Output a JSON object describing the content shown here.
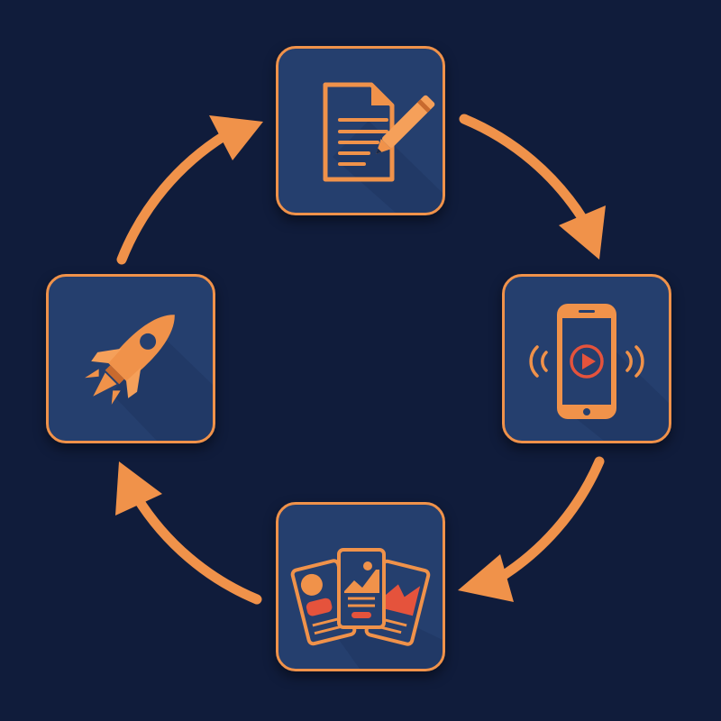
{
  "colors": {
    "background": "#101c3b",
    "tile_fill": "#253f6e",
    "accent": "#f0924a",
    "accent_light": "#f5a05a",
    "red": "#e5533c"
  },
  "cycle": [
    {
      "step": "write",
      "icon": "document-pencil-icon"
    },
    {
      "step": "mobile",
      "icon": "smartphone-play-icon"
    },
    {
      "step": "cards",
      "icon": "image-cards-icon"
    },
    {
      "step": "launch",
      "icon": "rocket-icon"
    }
  ],
  "arrows": [
    "clockwise-arrow-top-right",
    "clockwise-arrow-bottom-right",
    "clockwise-arrow-bottom-left",
    "clockwise-arrow-top-left"
  ]
}
